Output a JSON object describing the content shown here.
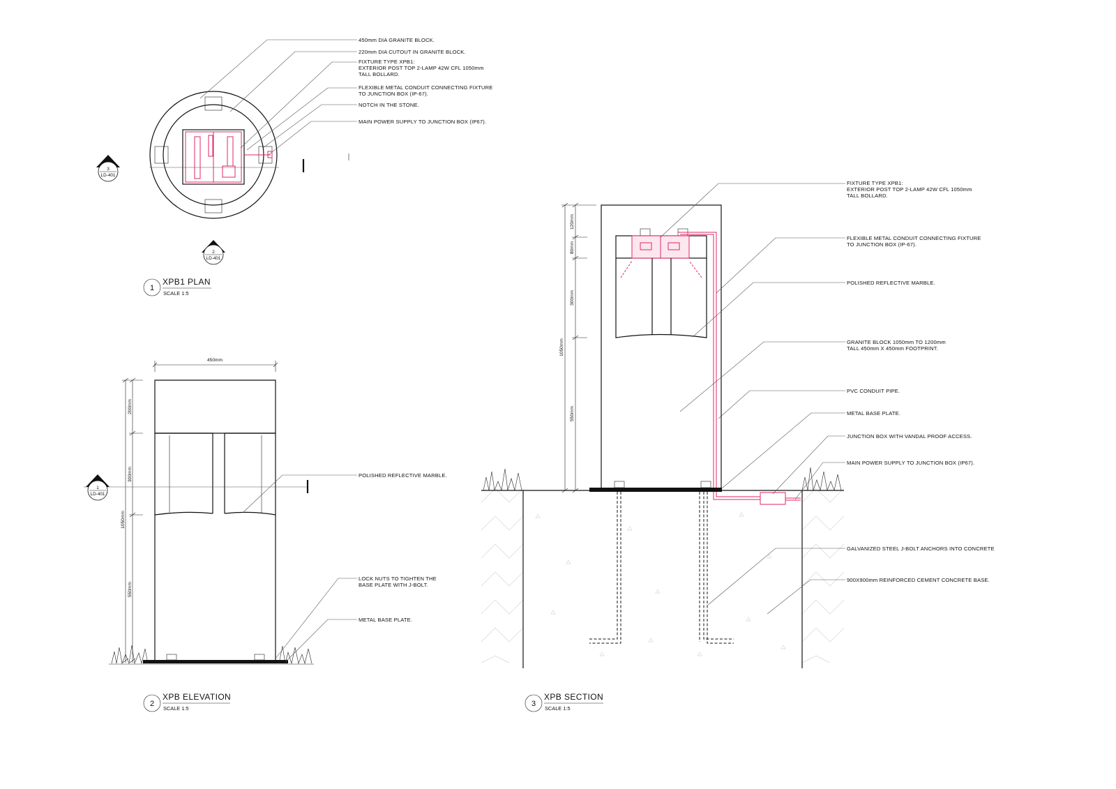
{
  "plan": {
    "callouts": [
      [
        "450mm DIA GRANITE BLOCK."
      ],
      [
        "220mm DIA CUTOUT IN GRANITE BLOCK."
      ],
      [
        "FIXTURE TYPE XPB1:",
        "EXTERIOR POST TOP 2-LAMP 42W CFL 1050mm",
        "TALL BOLLARD."
      ],
      [
        "FLEXIBLE METAL CONDUIT CONNECTING FIXTURE",
        "TO JUNCTION BOX (IP-67)."
      ],
      [
        "NOTCH IN THE STONE."
      ],
      [
        "MAIN POWER SUPPLY TO JUNCTION BOX (IP67)."
      ]
    ],
    "marker_left": {
      "num": "3",
      "ref": "LD-401"
    },
    "marker_bottom": {
      "num": "2",
      "ref": "LD-401"
    },
    "title": {
      "num": "1",
      "name": "XPB1 PLAN",
      "scale": "SCALE 1:5"
    }
  },
  "elevation": {
    "width_dim": "450mm",
    "dims": [
      "200mm",
      "300mm",
      "550mm",
      "1050mm"
    ],
    "callouts": [
      [
        "POLISHED REFLECTIVE MARBLE."
      ],
      [
        "LOCK NUTS TO TIGHTEN THE",
        "BASE PLATE WITH J-BOLT."
      ],
      [
        "METAL BASE PLATE."
      ]
    ],
    "marker_left": {
      "num": "1",
      "ref": "LD-401"
    },
    "title": {
      "num": "2",
      "name": "XPB ELEVATION",
      "scale": "SCALE 1:5"
    }
  },
  "section": {
    "dims": [
      "120mm",
      "80mm",
      "300mm",
      "550mm",
      "1050mm"
    ],
    "callouts": [
      [
        "FIXTURE TYPE XPB1:",
        "EXTERIOR POST TOP 2-LAMP 42W CFL 1050mm",
        "TALL BOLLARD."
      ],
      [
        "FLEXIBLE METAL CONDUIT CONNECTING FIXTURE",
        "TO JUNCTION BOX (IP-67)."
      ],
      [
        "POLISHED REFLECTIVE MARBLE."
      ],
      [
        "GRANITE BLOCK 1050mm TO 1200mm",
        "TALL 450mm X 450mm FOOTPRINT."
      ],
      [
        "PVC CONDUIT PIPE."
      ],
      [
        "METAL BASE PLATE."
      ],
      [
        "JUNCTION BOX WITH VANDAL PROOF ACCESS."
      ],
      [
        "MAIN POWER SUPPLY TO JUNCTION BOX (IP67)."
      ],
      [
        "GALVANIZED STEEL J-BOLT ANCHORS INTO CONCRETE"
      ],
      [
        "900X900mm REINFORCED CEMENT CONCRETE BASE."
      ]
    ],
    "title": {
      "num": "3",
      "name": "XPB SECTION",
      "scale": "SCALE 1:5"
    }
  },
  "colors": {
    "ink": "#111111",
    "fixture": "#e0246a",
    "hatch": "#d6d6d6"
  }
}
